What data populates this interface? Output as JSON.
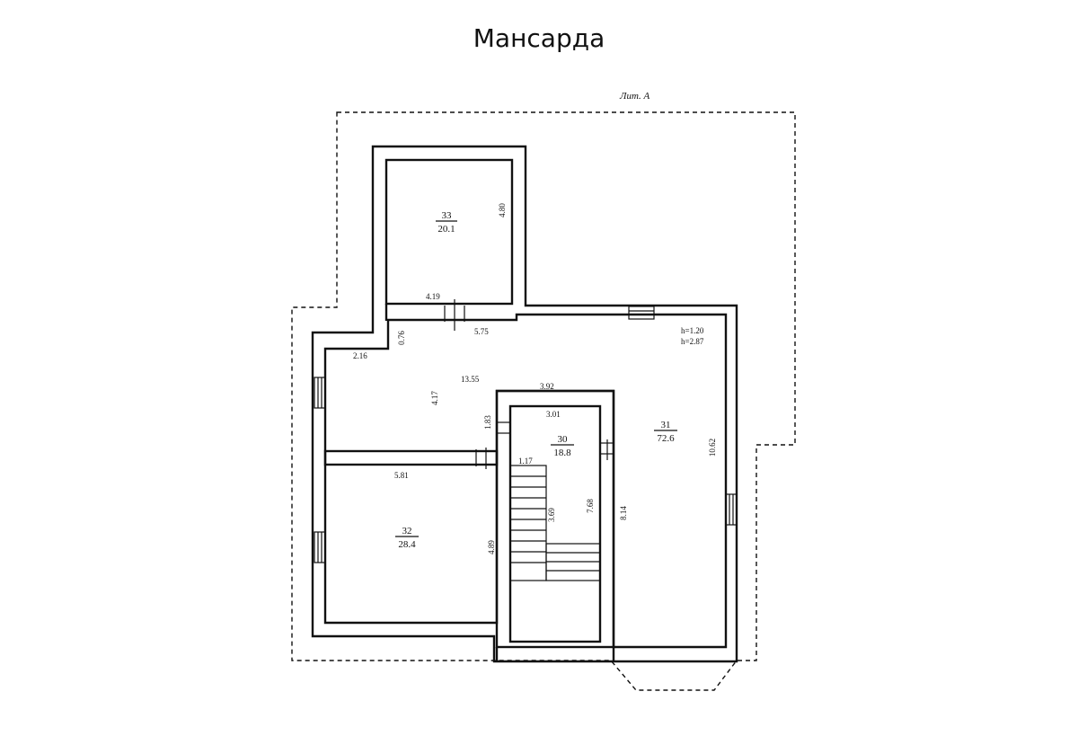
{
  "title": "Мансарда",
  "building_label": "Лит. А",
  "rooms": [
    {
      "number": "33",
      "area": "20.1"
    },
    {
      "number": "31",
      "area": "72.6"
    },
    {
      "number": "30",
      "area": "18.8"
    },
    {
      "number": "32",
      "area": "28.4"
    }
  ],
  "heights": {
    "h1": "h=1.20",
    "h2": "h=2.87"
  },
  "dimensions": {
    "d480": "4.80",
    "d419": "4.19",
    "d575": "5.75",
    "d076": "0.76",
    "d216": "2.16",
    "d1355": "13.55",
    "d417": "4.17",
    "d392": "3.92",
    "d183": "1.83",
    "d301": "3.01",
    "d1062": "10.62",
    "d581": "5.81",
    "d117": "1.17",
    "d369": "3.69",
    "d768": "7.68",
    "d814": "8.14",
    "d489": "4.89"
  }
}
